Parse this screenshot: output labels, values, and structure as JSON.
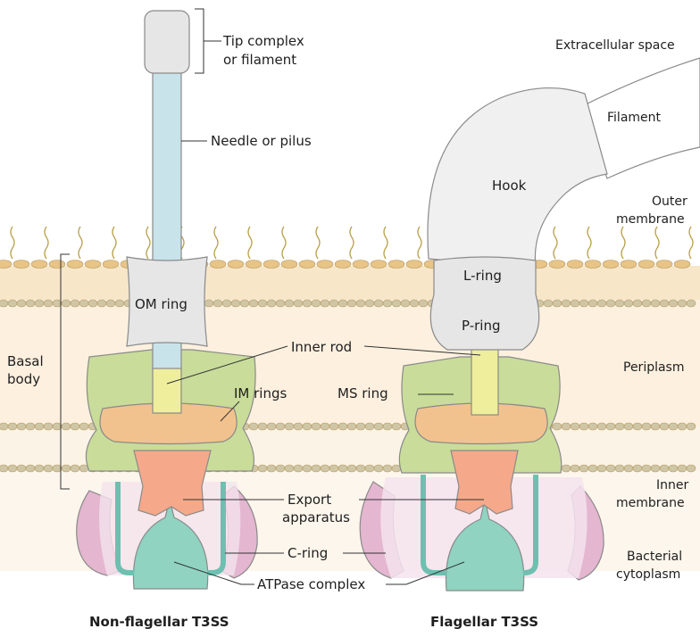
{
  "labels": {
    "tip_complex_line1": "Tip complex",
    "tip_complex_line2": "or filament",
    "needle": "Needle or pilus",
    "om_ring": "OM ring",
    "inner_rod": "Inner rod",
    "im_rings": "IM rings",
    "ms_ring": "MS ring",
    "export_line1": "Export",
    "export_line2": "apparatus",
    "c_ring": "C-ring",
    "atpase": "ATPase complex",
    "basal_line1": "Basal",
    "basal_line2": "body",
    "extracellular": "Extracellular space",
    "filament": "Filament",
    "hook": "Hook",
    "outer_line1": "Outer",
    "outer_line2": "membrane",
    "l_ring": "L-ring",
    "p_ring": "P-ring",
    "periplasm": "Periplasm",
    "inner_line1": "Inner",
    "inner_line2": "membrane",
    "bacterial_line1": "Bacterial",
    "bacterial_line2": "cytoplasm"
  },
  "titles": {
    "non_flagellar": "Non-flagellar T3SS",
    "flagellar": "Flagellar T3SS"
  },
  "colors": {
    "background": "#ffffff",
    "periplasm": "#fdf0df",
    "membrane_head": "#e8c487",
    "inner_membrane_head": "#c9c9b8",
    "lipid_tail": "#9a9a7a",
    "wavy_chain": "#b8a04a",
    "needle": "#c9e3ea",
    "inner_rod": "#eeee9c",
    "grey_part": "#e6e6e6",
    "im_rings": "#c9dc9a",
    "ms_disc": "#f2c28e",
    "export": "#f5a98a",
    "c_ring": "#e4b6d0",
    "atpase": "#8fd3c0",
    "c_ring_fill": "#f4e3ee"
  }
}
